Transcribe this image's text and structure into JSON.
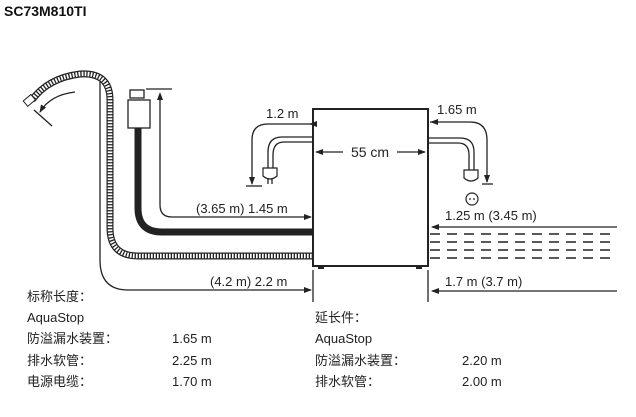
{
  "title": "SC73M810TI",
  "dimensions": {
    "width": "55 cm",
    "power_left": "1.2 m",
    "power_right": "1.65 m",
    "inlet_left": "(3.65 m) 1.45 m",
    "inlet_right": "1.25 m (3.45 m)",
    "drain_left": "(4.2 m) 2.2 m",
    "drain_right": "1.7 m (3.7 m)"
  },
  "nominal": {
    "heading": "标称长度：",
    "subheading": "AquaStop",
    "rows": [
      {
        "label": "防溢漏水装置：",
        "value": "1.65 m"
      },
      {
        "label": "排水软管：",
        "value": "2.25 m"
      },
      {
        "label": "电源电缆：",
        "value": "1.70 m"
      }
    ]
  },
  "extension": {
    "heading": "延长件：",
    "subheading": "AquaStop",
    "rows": [
      {
        "label": "防溢漏水装置：",
        "value": "2.20 m"
      },
      {
        "label": "排水软管：",
        "value": "2.00 m"
      }
    ]
  }
}
